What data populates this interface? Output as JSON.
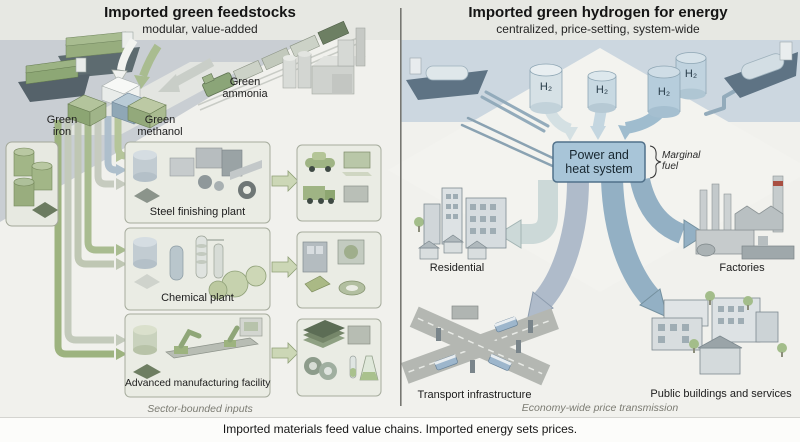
{
  "left_panel": {
    "title": "Imported green feedstocks",
    "subtitle": "modular, value-added",
    "import_labels": {
      "iron": "Green\niron",
      "methanol": "Green\nmethanol",
      "ammonia": "Green\nammonia"
    },
    "facilities": [
      {
        "label": "Steel finishing plant"
      },
      {
        "label": "Chemical plant"
      },
      {
        "label": "Advanced manufacturing facility"
      }
    ],
    "caption": "Sector-bounded inputs"
  },
  "right_panel": {
    "title": "Imported green hydrogen for energy",
    "subtitle": "centralized, price-setting, system-wide",
    "tank_label": "H₂",
    "hub": {
      "label": "Power and\nheat system",
      "annotation": "Marginal\nfuel"
    },
    "destinations": [
      {
        "label": "Residential"
      },
      {
        "label": "Factories"
      },
      {
        "label": "Transport infrastructure"
      },
      {
        "label": "Public buildings and services"
      }
    ],
    "caption": "Economy-wide price transmission"
  },
  "footer": {
    "text": "Imported materials feed value chains. Imported energy sets prices."
  },
  "colors": {
    "water_left": "#c9ced3",
    "water_right": "#ccd7e0",
    "hub_blue": "#a8c5d8",
    "green_flow": "#9db37f",
    "blue_flow": "#93b0c4",
    "header_band": "#e7e8e3"
  }
}
